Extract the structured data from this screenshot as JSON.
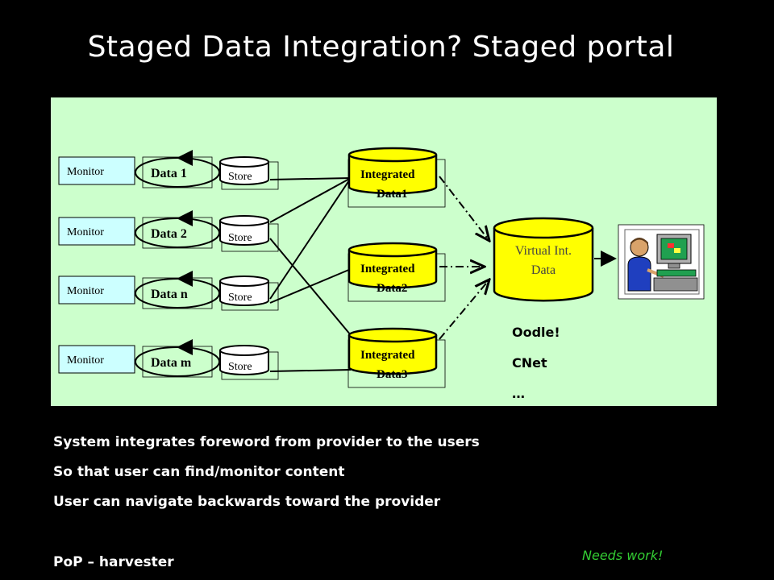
{
  "title": "Staged Data Integration? Staged portal",
  "diagram": {
    "monitors": [
      "Monitor",
      "Monitor",
      "Monitor",
      "Monitor"
    ],
    "data_sources": [
      "Data 1",
      "Data 2",
      "Data n",
      "Data m"
    ],
    "stores": [
      "Store",
      "Store",
      "Store",
      "Store"
    ],
    "integrated": [
      {
        "line1": "Integrated",
        "line2": "Data1"
      },
      {
        "line1": "Integrated",
        "line2": "Data2"
      },
      {
        "line1": "Integrated",
        "line2": "Data3"
      }
    ],
    "virtual": {
      "line1": "Virtual Int.",
      "line2": "Data"
    },
    "examples": [
      "Oodle!",
      "CNet",
      "…"
    ],
    "user_icon": "computer-user-icon",
    "colors": {
      "background": "#ccffcc",
      "monitor": "#ccffff",
      "cylinder": "#ffff00"
    }
  },
  "bullets": [
    "System integrates foreword from provider to the users",
    "So that user can find/monitor content",
    "User can navigate backwards toward the provider"
  ],
  "footer": "PoP – harvester",
  "note": "Needs work!"
}
